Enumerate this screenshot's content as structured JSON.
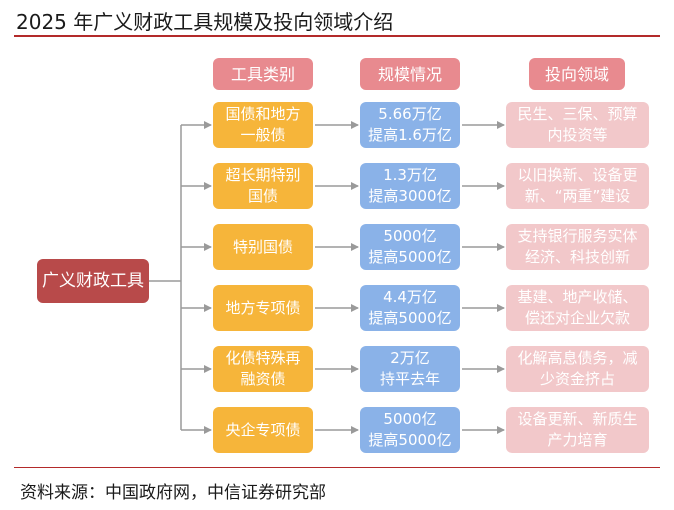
{
  "title": "2025 年广义财政工具规模及投向领域介绍",
  "source": "资料来源：中国政府网，中信证券研究部",
  "headers": {
    "tools": "工具类别",
    "scale": "规模情况",
    "direction": "投向领域"
  },
  "root": "广义财政工具",
  "rows": [
    {
      "tool": [
        "国债和地方",
        "一般债"
      ],
      "scale": [
        "5.66万亿",
        "提高1.6万亿"
      ],
      "direction": [
        "民生、三保、预算",
        "内投资等"
      ]
    },
    {
      "tool": [
        "超长期特别",
        "国债"
      ],
      "scale": [
        "1.3万亿",
        "提高3000亿"
      ],
      "direction": [
        "以旧换新、设备更",
        "新、“两重”建设"
      ]
    },
    {
      "tool": [
        "特别国债",
        ""
      ],
      "scale": [
        "5000亿",
        "提高5000亿"
      ],
      "direction": [
        "支持银行服务实体",
        "经济、科技创新"
      ]
    },
    {
      "tool": [
        "地方专项债",
        ""
      ],
      "scale": [
        "4.4万亿",
        "提高5000亿"
      ],
      "direction": [
        "基建、地产收储、",
        "偿还对企业欠款"
      ]
    },
    {
      "tool": [
        "化债特殊再",
        "融资债"
      ],
      "scale": [
        "2万亿",
        "持平去年"
      ],
      "direction": [
        "化解高息债务，减",
        "少资金挤占"
      ]
    },
    {
      "tool": [
        "央企专项债",
        ""
      ],
      "scale": [
        "5000亿",
        "提高5000亿"
      ],
      "direction": [
        "设备更新、新质生",
        "产力培育"
      ]
    }
  ],
  "colors": {
    "accent_rule": "#b32a2a",
    "header": "#e88a8f",
    "root": "#b84a4a",
    "tool": "#f6b53a",
    "scale": "#8ab2e8",
    "direction": "#f2c8ca",
    "connector": "#9a9a9a"
  }
}
